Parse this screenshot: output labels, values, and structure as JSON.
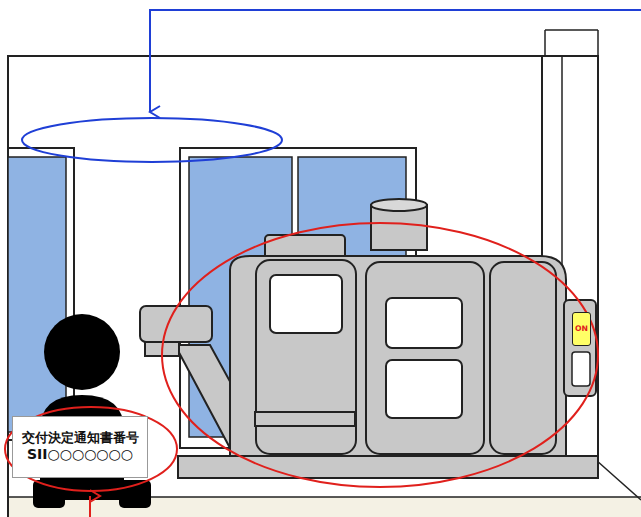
{
  "diagram": {
    "nodes": [
      {
        "text": [
          "ON"
        ]
      },
      {
        "text": [
          "交付決定通知書番号",
          "SII○○○○○○○"
        ]
      }
    ]
  }
}
